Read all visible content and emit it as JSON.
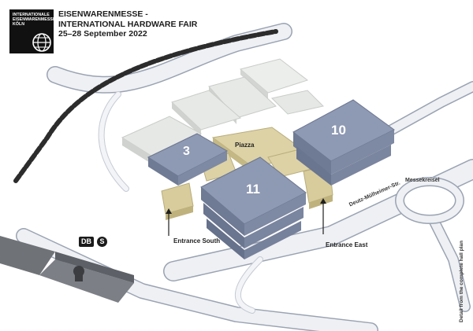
{
  "logo": {
    "lines": [
      "INTERNATIONALE",
      "EISENWARENMESSE",
      "KÖLN"
    ]
  },
  "header": {
    "title_line1": "EISENWARENMESSE -",
    "title_line2": "INTERNATIONAL HARDWARE FAIR",
    "dates": "25–28 September 2022"
  },
  "halls": {
    "hall3": "3",
    "hall10": "10",
    "hall11": "11"
  },
  "labels": {
    "piazza": "Piazza",
    "entrance_south": "Entrance South",
    "entrance_east": "Entrance East",
    "street": "Deutz-Mülheimer-Str.",
    "roundabout": "Messekreisel"
  },
  "transit": {
    "db": "DB",
    "sbahn": "S"
  },
  "footnote": "Detail from the complete hall plan",
  "colors": {
    "highlight_hall": "#8e99b3",
    "highlight_hall_light": "#a7b0c7",
    "other_hall": "#e6e8e5",
    "connector": "#dcd2a6",
    "road": "#e9ecf2",
    "road_edge": "#9aa3b2",
    "rail": "#2c2c2c"
  }
}
